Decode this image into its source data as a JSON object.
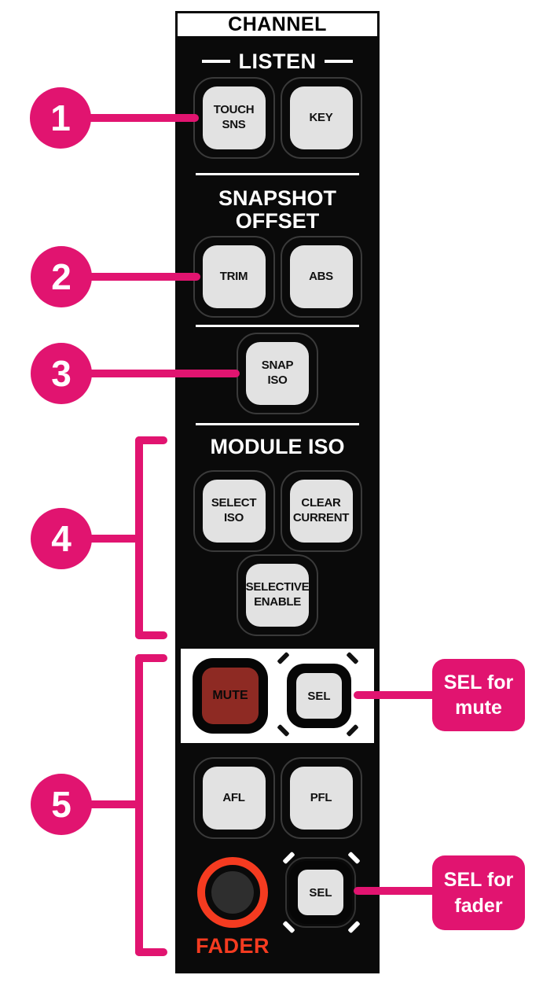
{
  "colors": {
    "callout_pink": "#e11470",
    "mute_red": "#8e2a23",
    "fader_red": "#f53b20",
    "button_gray": "#e2e2e2",
    "panel_black": "#0a0a0a"
  },
  "panel": {
    "title": "CHANNEL",
    "listen": {
      "title": "LISTEN",
      "touch_sns": "TOUCH\nSNS",
      "key": "KEY"
    },
    "snapshot_offset": {
      "title": "SNAPSHOT\nOFFSET",
      "trim": "TRIM",
      "abs": "ABS"
    },
    "snap_iso": {
      "label": "SNAP\nISO"
    },
    "module_iso": {
      "title": "MODULE ISO",
      "select_iso": "SELECT\nISO",
      "clear_current": "CLEAR\nCURRENT",
      "selective_enable": "SELECTIVE\nENABLE"
    },
    "mute_section": {
      "mute": "MUTE",
      "sel": "SEL"
    },
    "monitor": {
      "afl": "AFL",
      "pfl": "PFL"
    },
    "fader_section": {
      "label": "FADER",
      "sel": "SEL"
    }
  },
  "callouts": {
    "one": "1",
    "two": "2",
    "three": "3",
    "four": "4",
    "five": "5",
    "sel_for_mute": "SEL for\nmute",
    "sel_for_fader": "SEL for\nfader"
  }
}
